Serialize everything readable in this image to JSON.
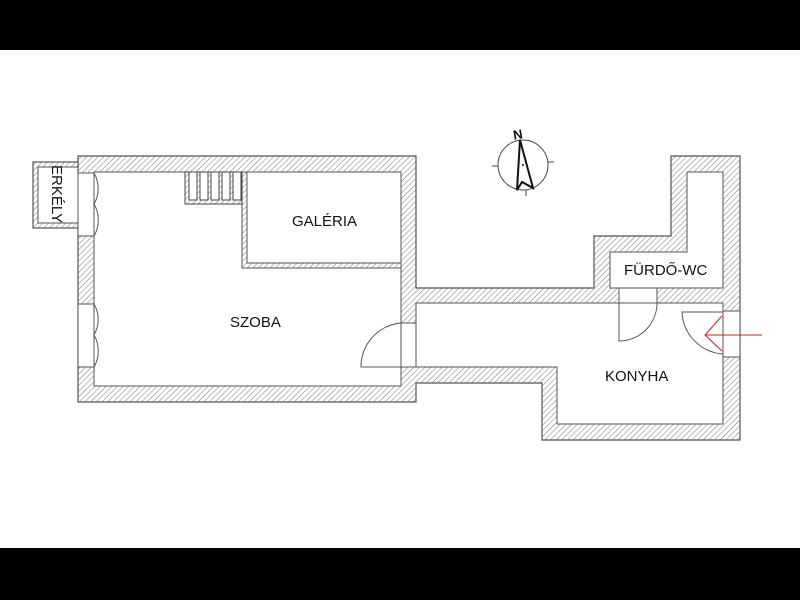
{
  "rooms": {
    "erkely": "ERKÉLY",
    "galeria": "GALÉRIA",
    "szoba": "SZOBA",
    "furdo_wc": "FÜRDŐ-WC",
    "konyha": "KONYHA"
  },
  "compass": {
    "north_label": "N"
  },
  "colors": {
    "wall_line": "#555555",
    "entrance_arrow": "#d02020",
    "letterbox": "#000000"
  }
}
